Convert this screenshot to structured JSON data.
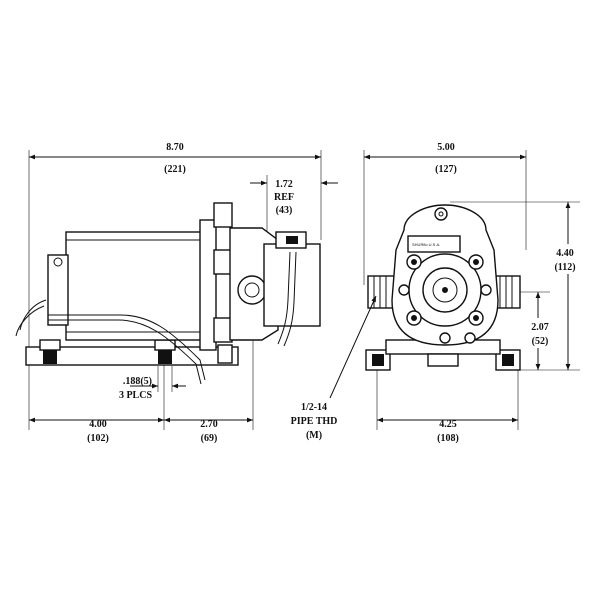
{
  "side_view": {
    "overall_length": {
      "value": "8.70",
      "metric": "(221)"
    },
    "ref_offset": {
      "value": "1.72",
      "note": "REF",
      "metric": "(43)"
    },
    "slot": {
      "value": ".188(5)",
      "note": "3 PLCS"
    },
    "left_span": {
      "value": "4.00",
      "metric": "(102)"
    },
    "right_span": {
      "value": "2.70",
      "metric": "(69)"
    }
  },
  "end_view": {
    "width": {
      "value": "5.00",
      "metric": "(127)"
    },
    "height": {
      "value": "4.40",
      "metric": "(112)"
    },
    "port_height": {
      "value": "2.07",
      "metric": "(52)"
    },
    "base_width": {
      "value": "4.25",
      "metric": "(108)"
    },
    "thread": {
      "line1": "1/2-14",
      "line2": "PIPE THD",
      "line3": "(M)"
    },
    "plate_text": "SHURflo U.S.A."
  }
}
